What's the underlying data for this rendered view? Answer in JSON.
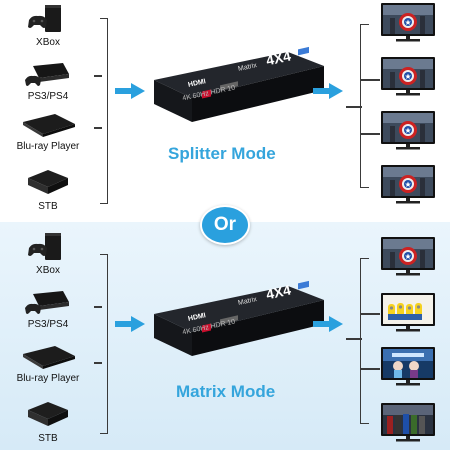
{
  "sources": [
    "XBox",
    "PS3/PS4",
    "Blu-ray Player",
    "STB"
  ],
  "device": {
    "brand": "HDMI",
    "model_line": "Matrix",
    "ports_label": "4X4",
    "spec_line": "4K 60Hz HDR 10"
  },
  "modes": [
    {
      "label": "Splitter Mode",
      "outputs": [
        "captain-america",
        "captain-america",
        "captain-america",
        "captain-america"
      ]
    },
    {
      "label": "Matrix Mode",
      "outputs": [
        "captain-america",
        "minions",
        "frozen",
        "avengers"
      ]
    }
  ],
  "or_label": "Or",
  "colors": {
    "accent": "#2aa0de",
    "mode_text": "#35a5dc",
    "device_body": "#1b1d22"
  }
}
